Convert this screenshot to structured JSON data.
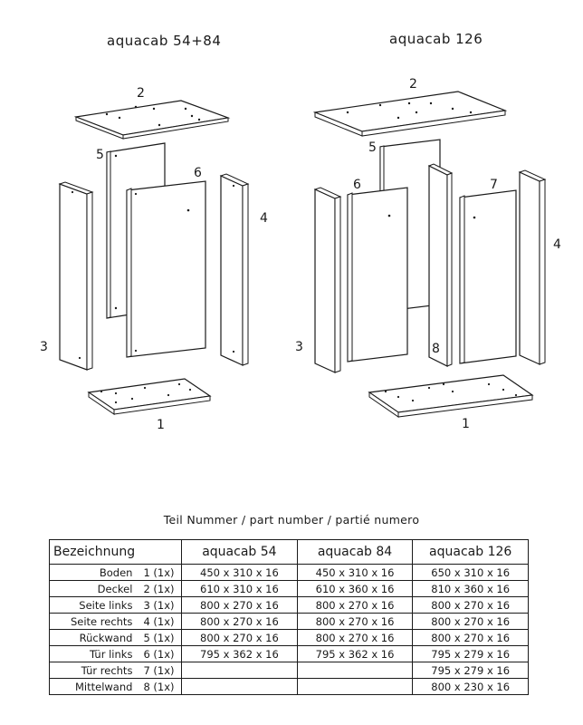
{
  "left_title": "aquacab 54+84",
  "right_title": "aquacab 126",
  "left_labels": {
    "p1": "1",
    "p2": "2",
    "p3": "3",
    "p4": "4",
    "p5": "5",
    "p6": "6"
  },
  "right_labels": {
    "p1": "1",
    "p2": "2",
    "p3": "3",
    "p4": "4",
    "p5": "5",
    "p6": "6",
    "p7": "7",
    "p8": "8"
  },
  "caption": "Teil Nummer / part number / partié numero",
  "table": {
    "headers": [
      "Bezeichnung",
      "aquacab 54",
      "aquacab 84",
      "aquacab 126"
    ],
    "rows": [
      {
        "name": "Boden",
        "no": "1 (1x)",
        "a54": "450 x 310 x 16",
        "a84": "450 x 310 x 16",
        "a126": "650 x 310 x 16"
      },
      {
        "name": "Deckel",
        "no": "2 (1x)",
        "a54": "610 x 310 x 16",
        "a84": "610 x 360 x 16",
        "a126": "810 x 360 x 16"
      },
      {
        "name": "Seite links",
        "no": "3 (1x)",
        "a54": "800 x 270 x 16",
        "a84": "800 x 270 x 16",
        "a126": "800 x 270 x 16"
      },
      {
        "name": "Seite rechts",
        "no": "4 (1x)",
        "a54": "800 x 270 x 16",
        "a84": "800 x 270 x 16",
        "a126": "800 x 270 x 16"
      },
      {
        "name": "Rückwand",
        "no": "5 (1x)",
        "a54": "800 x 270 x 16",
        "a84": "800 x 270 x 16",
        "a126": "800 x 270 x 16"
      },
      {
        "name": "Tür links",
        "no": "6 (1x)",
        "a54": "795 x 362 x 16",
        "a84": "795 x 362 x 16",
        "a126": "795 x 279 x 16"
      },
      {
        "name": "Tür rechts",
        "no": "7 (1x)",
        "a54": "",
        "a84": "",
        "a126": "795 x 279 x 16"
      },
      {
        "name": "Mittelwand",
        "no": "8 (1x)",
        "a54": "",
        "a84": "",
        "a126": "800 x 230 x 16"
      }
    ]
  }
}
